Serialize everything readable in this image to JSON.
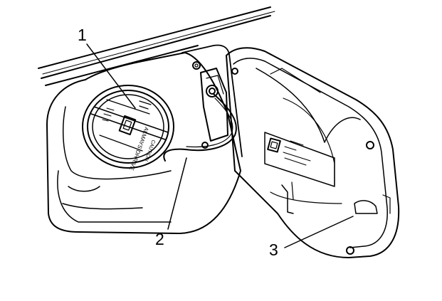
{
  "callouts": [
    {
      "number": "1",
      "part": "fuel filler cap"
    },
    {
      "number": "2",
      "part": "cap tether cord"
    },
    {
      "number": "3",
      "part": "fuel filler door"
    }
  ],
  "cap_text": {
    "line1": "ALMAYS DHRIVE",
    "line2": "CAUTION"
  },
  "colors": {
    "line": "#000000",
    "background": "#ffffff"
  }
}
